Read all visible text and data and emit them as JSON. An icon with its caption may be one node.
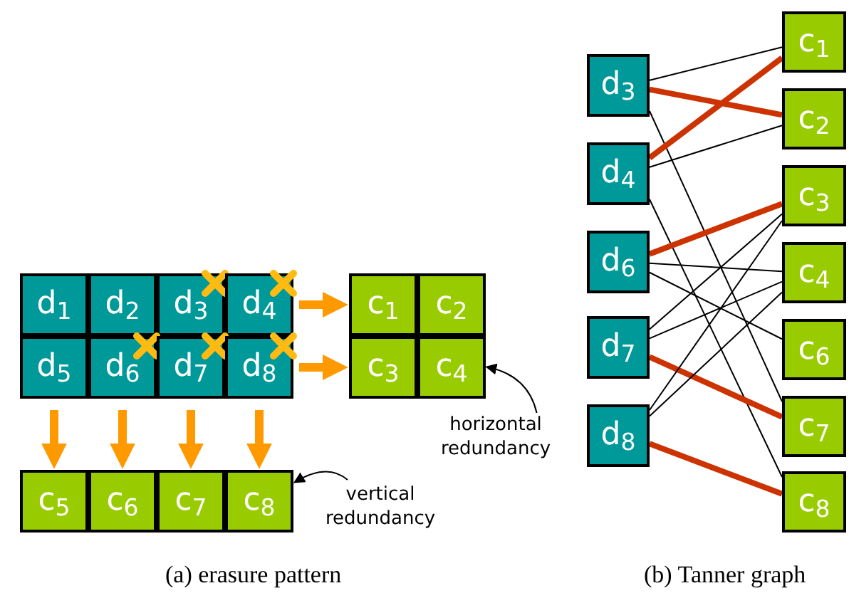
{
  "diagram": {
    "nodes": [
      {
        "text": [
          "d$_{1}$"
        ]
      },
      {
        "text": [
          "d$_{2}$"
        ]
      },
      {
        "text": [
          "d$_{3}$"
        ]
      },
      {
        "text": [
          "d$_{4}$"
        ]
      },
      {
        "text": [
          "d$_{5}$"
        ]
      },
      {
        "text": [
          "d$_{6}$"
        ]
      },
      {
        "text": [
          "d$_{7}$"
        ]
      },
      {
        "text": [
          "d$_{8}$"
        ]
      },
      {
        "text": [
          "c$_{1}$"
        ]
      },
      {
        "text": [
          "c$_{2}$"
        ]
      },
      {
        "text": [
          "c$_{3}$"
        ]
      },
      {
        "text": [
          "c$_{4}$"
        ]
      },
      {
        "text": [
          "c$_{5}$"
        ]
      },
      {
        "text": [
          "c$_{6}$"
        ]
      },
      {
        "text": [
          "c$_{7}$"
        ]
      },
      {
        "text": [
          "c$_{8}$"
        ]
      },
      {
        "text": [
          "d$_{3}$"
        ]
      },
      {
        "text": [
          "d$_{4}$"
        ]
      },
      {
        "text": [
          "d$_{6}$"
        ]
      },
      {
        "text": [
          "d$_{7}$"
        ]
      },
      {
        "text": [
          "d$_{8}$"
        ]
      },
      {
        "text": [
          "c$_{1}$"
        ]
      },
      {
        "text": [
          "c$_{2}$"
        ]
      },
      {
        "text": [
          "c$_{3}$"
        ]
      },
      {
        "text": [
          "c$_{4}$"
        ]
      },
      {
        "text": [
          "c$_{6}$"
        ]
      },
      {
        "text": [
          "c$_{7}$"
        ]
      },
      {
        "text": [
          "c$_{8}$"
        ]
      },
      {
        "text": [
          "horizontal redundancy"
        ]
      },
      {
        "text": [
          "vertical redundancy"
        ]
      }
    ],
    "edges": [
      {
        "from": 3,
        "to": 8,
        "arrow": "to",
        "style": "thick",
        "color": "#ff9900"
      },
      {
        "from": 7,
        "to": 10,
        "arrow": "to",
        "style": "thick",
        "color": "#ff9900"
      },
      {
        "from": 4,
        "to": 12,
        "arrow": "to",
        "style": "thick",
        "color": "#ff9900"
      },
      {
        "from": 5,
        "to": 13,
        "arrow": "to",
        "style": "thick",
        "color": "#ff9900"
      },
      {
        "from": 6,
        "to": 14,
        "arrow": "to",
        "style": "thick",
        "color": "#ff9900"
      },
      {
        "from": 7,
        "to": 15,
        "arrow": "to",
        "style": "thick",
        "color": "#ff9900"
      },
      {
        "from": 28,
        "to": 11,
        "arrow": "to"
      },
      {
        "from": 29,
        "to": 15,
        "arrow": "to"
      },
      {
        "from": 16,
        "to": 21,
        "arrow": "none"
      },
      {
        "from": 16,
        "to": 22,
        "arrow": "none",
        "style": "thick",
        "color": "#cc3300"
      },
      {
        "from": 16,
        "to": 26,
        "arrow": "none"
      },
      {
        "from": 17,
        "to": 21,
        "arrow": "none",
        "style": "thick",
        "color": "#cc3300"
      },
      {
        "from": 17,
        "to": 22,
        "arrow": "none"
      },
      {
        "from": 17,
        "to": 27,
        "arrow": "none"
      },
      {
        "from": 18,
        "to": 23,
        "arrow": "none",
        "style": "thick",
        "color": "#cc3300"
      },
      {
        "from": 18,
        "to": 24,
        "arrow": "none"
      },
      {
        "from": 18,
        "to": 25,
        "arrow": "none"
      },
      {
        "from": 19,
        "to": 23,
        "arrow": "none"
      },
      {
        "from": 19,
        "to": 24,
        "arrow": "none"
      },
      {
        "from": 19,
        "to": 26,
        "arrow": "none",
        "style": "thick",
        "color": "#cc3300"
      },
      {
        "from": 20,
        "to": 23,
        "arrow": "none"
      },
      {
        "from": 20,
        "to": 24,
        "arrow": "none"
      },
      {
        "from": 20,
        "to": 27,
        "arrow": "none",
        "style": "thick",
        "color": "#cc3300"
      }
    ],
    "labels": [
      "(a) erasure pattern",
      "(b) Tanner graph"
    ]
  }
}
